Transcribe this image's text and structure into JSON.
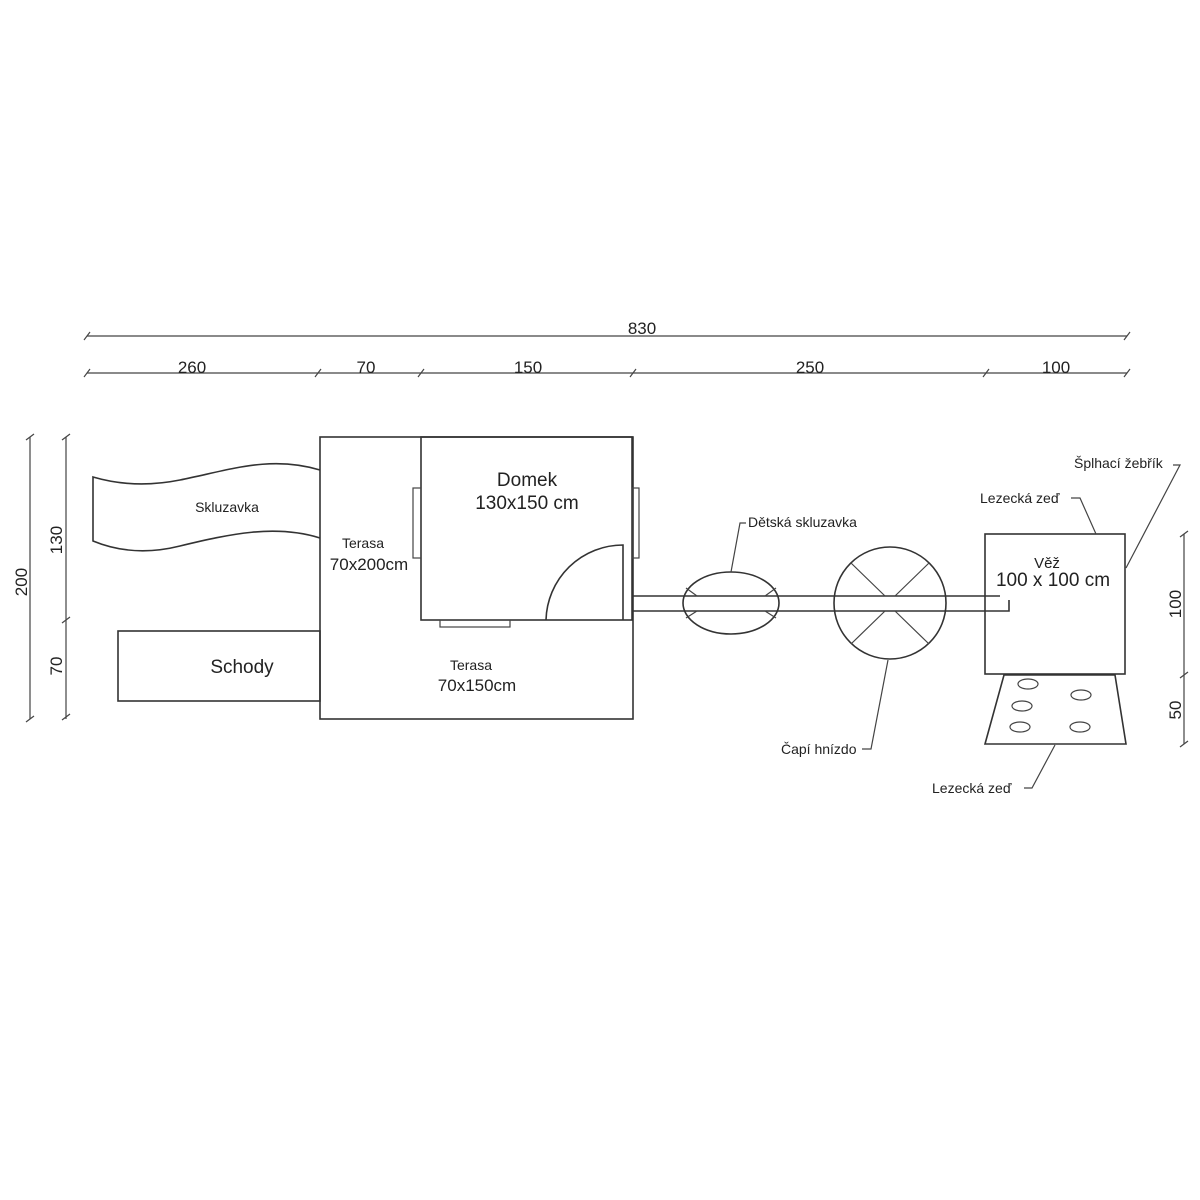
{
  "dimensions": {
    "total": "830",
    "segments": [
      "260",
      "70",
      "150",
      "250",
      "100"
    ],
    "left_total": "200",
    "left_segments": [
      "130",
      "70"
    ],
    "right_segments": [
      "100",
      "50"
    ]
  },
  "parts": {
    "slide": "Skluzavka",
    "stairs": "Schody",
    "terrace1_title": "Terasa",
    "terrace1_size": "70x200cm",
    "house_title": "Domek",
    "house_size": "130x150 cm",
    "terrace2_title": "Terasa",
    "terrace2_size": "70x150cm",
    "tower_title": "Věž",
    "tower_size": "100 x 100 cm"
  },
  "callouts": {
    "kids_slide": "Dětská skluzavka",
    "stork_nest": "Čapí hnízdo",
    "climbing_wall_top": "Lezecká zeď",
    "climbing_ladder": "Šplhací žebřík",
    "climbing_wall_bottom": "Lezecká zeď"
  }
}
